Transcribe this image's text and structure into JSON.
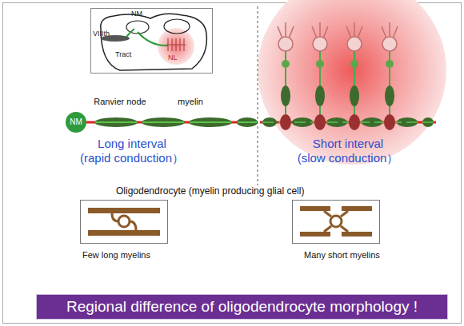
{
  "diagram": {
    "nodes": [
      {
        "text": [
          "NM",
          "VIIIth",
          "Tract",
          "NL"
        ]
      },
      {
        "text": [
          "NM"
        ]
      },
      {
        "text": [
          "Few long myelins"
        ]
      },
      {
        "text": [
          "Many short myelins"
        ]
      },
      {
        "text": [
          "Regional difference of oligodendrocyte morphology !"
        ]
      }
    ],
    "labels": [
      "Ranvier node",
      "myelin",
      "Long interval",
      "(rapid conduction）",
      "Short interval",
      "(slow conduction）",
      "Oligodendrocyte (myelin producing glial cell)"
    ]
  }
}
